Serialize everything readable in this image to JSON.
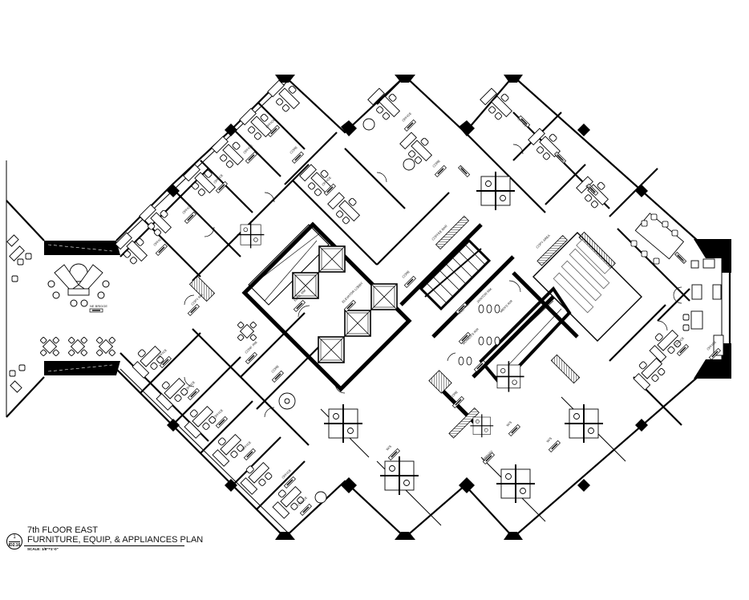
{
  "drawing": {
    "type": "architectural floor plan",
    "title_line1": "7th FLOOR EAST",
    "title_line2": "FURNITURE, EQUIP, & APPLIANCES PLAN",
    "scale": "SCALE: 1/8\"=1'-0\"",
    "detail_number": "1",
    "sheet_number": "ID2.16"
  },
  "rooms": {
    "office": "OFFICE",
    "core": "CORE",
    "elevator_lobby": "ELEVATOR LOBBY",
    "elec_rm": "ELEC. RM.",
    "copy_rm": "COPY RM.",
    "copy_area": "COPY AREA",
    "coffee_bar": "COFFEE BAR",
    "conf_rm": "CONF. RM.",
    "janitor_rm": "JANITOR RM.",
    "mens_rr": "MEN'S R/R",
    "womens_rr": "WOMEN'S R/R",
    "tele_rm": "TELE. RM.",
    "stair": "STAIR",
    "library": "LIBRARY",
    "workstations": "W/S",
    "bridge": "NE BRIDGE",
    "storage": "STOR."
  },
  "colors": {
    "ink": "#000000",
    "paper": "#ffffff",
    "hatch": "#555555"
  }
}
